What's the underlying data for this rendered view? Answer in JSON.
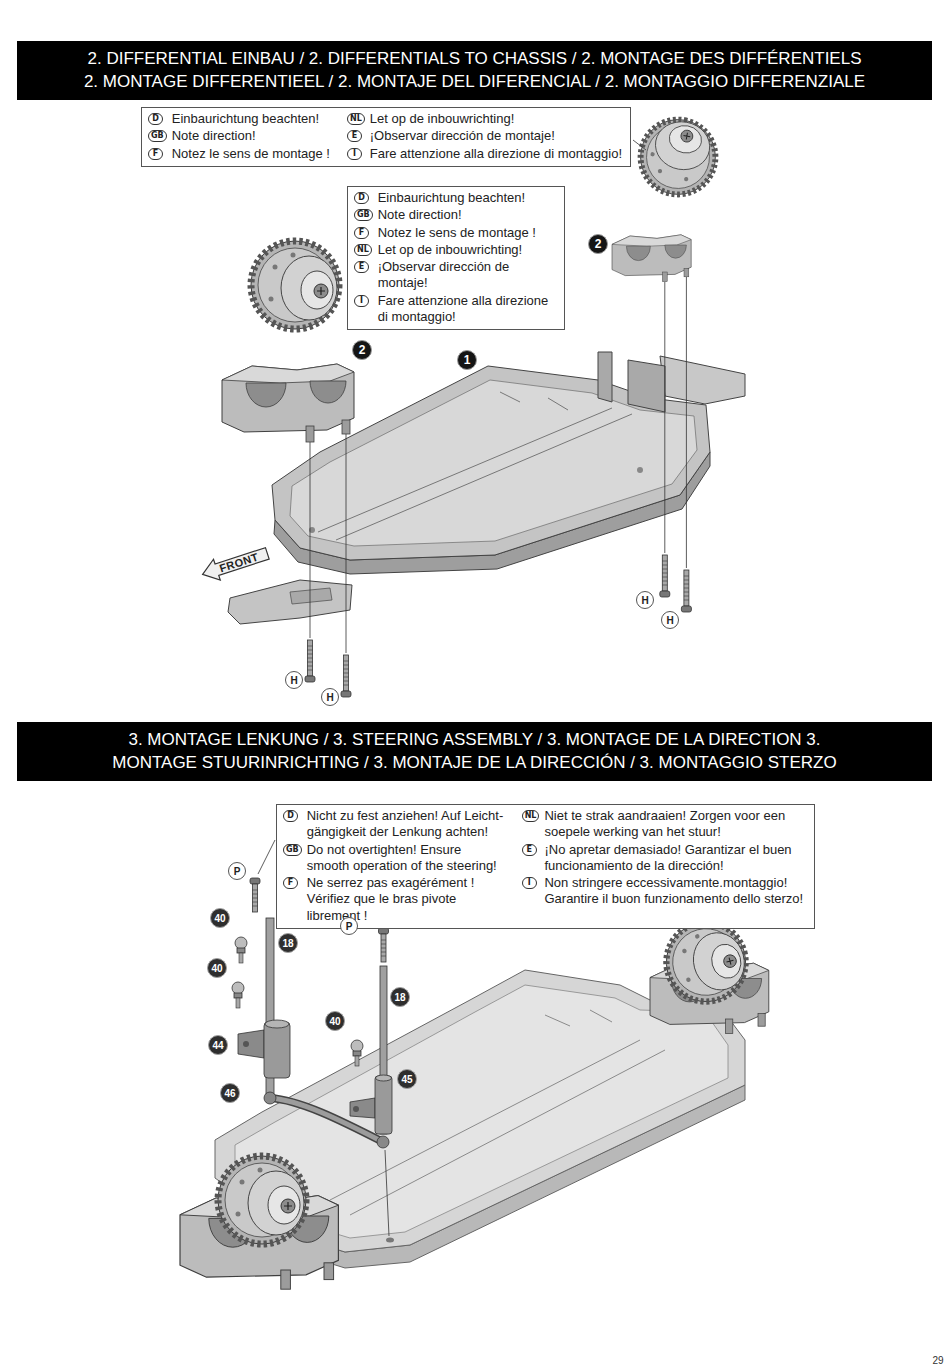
{
  "diagram": {
    "nodes": [
      {
        "text": [
          "2. DIFFERENTIAL EINBAU / 2. DIFFERENTIALS TO CHASSIS / 2. MONTAGE DES DIFFÉRENTIELS 2. MONTAGE DIFFERENTIEEL / 2. MONTAJE DEL DIFERENCIAL / 2. MONTAGGIO DIFFERENZIALE"
        ]
      },
      {
        "text": [
          "D",
          "Einbaurichtung beachten!",
          "NL",
          "Let op de inbouwrichting!",
          "GB",
          "Note direction!",
          "E",
          "¡Observar dirección de montaje!",
          "F",
          "Notez le sens de montage !",
          "I",
          "Fare attenzione alla direzione di montaggio!"
        ]
      },
      {
        "text": [
          "D",
          "Einbaurichtung beachten!",
          "GB",
          "Note direction!",
          "F",
          "Notez le sens de montage !",
          "NL",
          "Let op de inbouwrichting!",
          "E",
          "¡Observar dirección de montaje!",
          "I",
          "Fare attenzione alla direzione di montaggio!"
        ]
      },
      {
        "text": [
          "FRONT"
        ]
      },
      {
        "text": [
          "3. MONTAGE LENKUNG / 3. STEERING ASSEMBLY / 3. MONTAGE DE LA DIRECTION 3. MONTAGE STUURINRICHTING / 3. MONTAJE DE LA DIRECCIÓN / 3. MONTAGGIO STERZO"
        ]
      },
      {
        "text": [
          "D",
          "Nicht zu fest anziehen! Auf Leicht- gängigkeit der Lenkung achten!",
          "NL",
          "Niet te strak aandraaien! Zorgen voor een soepele werking van het stuur!",
          "GB",
          "Do not overtighten! Ensure smooth operation of the steering!",
          "E",
          "¡No apretar demasiado! Garantizar el buen funcionamiento de la dirección!",
          "F",
          "Ne serrez pas exagérément ! Vérifiez que le bras pivote librement !",
          "I",
          "Non stringere eccessivamente.montaggio! Garantire il buon funzionamento dello sterzo!"
        ]
      }
    ],
    "labels": [
      "2",
      "2",
      "1",
      "H",
      "H",
      "H",
      "H",
      "P",
      "40",
      "18",
      "P",
      "40",
      "18",
      "40",
      "44",
      "45",
      "46",
      "29"
    ]
  }
}
